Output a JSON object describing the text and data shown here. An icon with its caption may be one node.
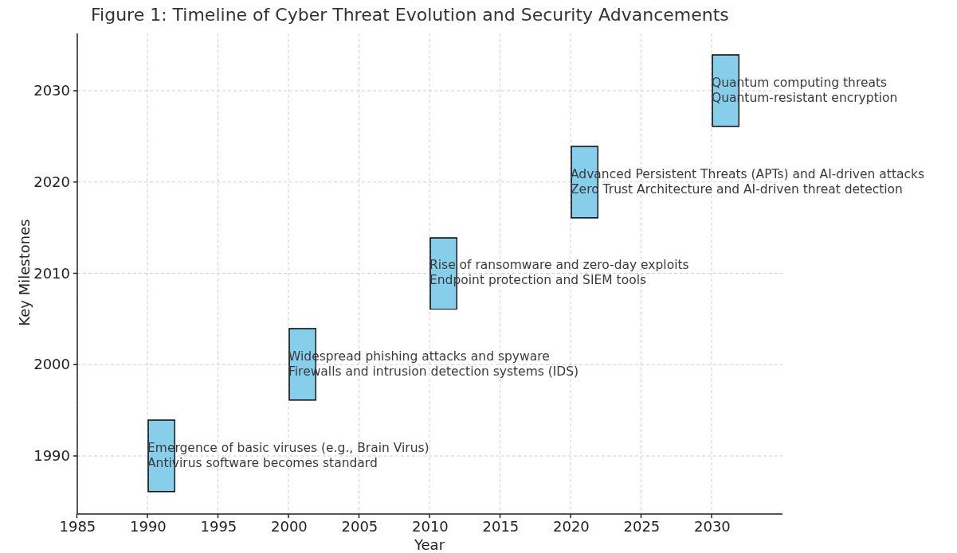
{
  "diagram": {
    "title": "Figure 1: Timeline of Cyber Threat Evolution and Security Advancements",
    "nodes": [
      {
        "text": [
          "Emergence of basic viruses (e.g., Brain Virus)",
          "Antivirus software becomes standard"
        ]
      },
      {
        "text": [
          "Widespread phishing attacks and spyware",
          "Firewalls and intrusion detection systems (IDS)"
        ]
      },
      {
        "text": [
          "Rise of ransomware and zero-day exploits",
          "Endpoint protection and SIEM tools"
        ]
      },
      {
        "text": [
          "Advanced Persistent Threats (APTs) and AI-driven attacks",
          "Zero Trust Architecture and AI-driven threat detection"
        ]
      },
      {
        "text": [
          "Quantum computing threats",
          "Quantum-resistant encryption"
        ]
      }
    ],
    "edges": [],
    "labels": [
      "2030",
      "2020",
      "2010",
      "Key Milestones",
      "2000",
      "1990",
      "1985",
      "1990",
      "1995",
      "2000",
      "2005",
      "2010",
      "2015",
      "2020",
      "2025",
      "2030",
      "Year"
    ]
  }
}
